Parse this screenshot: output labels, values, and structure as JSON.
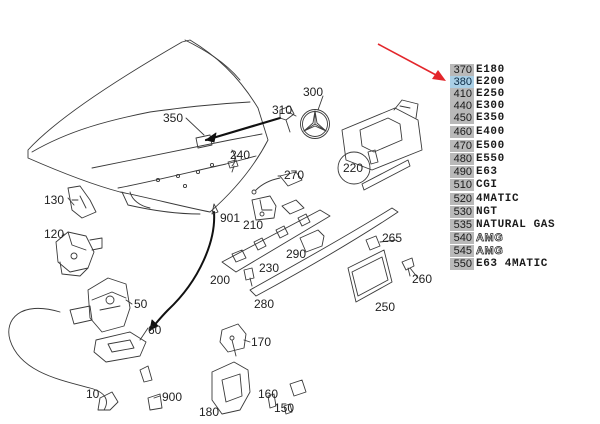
{
  "callouts": [
    {
      "id": "300",
      "text": "300"
    },
    {
      "id": "310",
      "text": "310"
    },
    {
      "id": "350",
      "text": "350"
    },
    {
      "id": "240",
      "text": "240"
    },
    {
      "id": "220",
      "text": "220"
    },
    {
      "id": "270",
      "text": "270"
    },
    {
      "id": "130",
      "text": "130"
    },
    {
      "id": "120",
      "text": "120"
    },
    {
      "id": "901",
      "text": "901"
    },
    {
      "id": "210",
      "text": "210"
    },
    {
      "id": "265",
      "text": "265"
    },
    {
      "id": "290",
      "text": "290"
    },
    {
      "id": "230",
      "text": "230"
    },
    {
      "id": "200",
      "text": "200"
    },
    {
      "id": "260",
      "text": "260"
    },
    {
      "id": "280",
      "text": "280"
    },
    {
      "id": "250",
      "text": "250"
    },
    {
      "id": "50",
      "text": "50"
    },
    {
      "id": "60",
      "text": "60"
    },
    {
      "id": "170",
      "text": "170"
    },
    {
      "id": "10",
      "text": "10"
    },
    {
      "id": "900",
      "text": "900"
    },
    {
      "id": "160",
      "text": "160"
    },
    {
      "id": "180",
      "text": "180"
    },
    {
      "id": "150",
      "text": "150"
    }
  ],
  "legend": [
    {
      "code": "370",
      "name": "E180",
      "highlight": false,
      "style": "plain"
    },
    {
      "code": "380",
      "name": "E200",
      "highlight": true,
      "style": "plain"
    },
    {
      "code": "410",
      "name": "E250",
      "highlight": false,
      "style": "plain"
    },
    {
      "code": "440",
      "name": "E300",
      "highlight": false,
      "style": "plain"
    },
    {
      "code": "450",
      "name": "E350",
      "highlight": false,
      "style": "plain"
    },
    {
      "code": "460",
      "name": "E400",
      "highlight": false,
      "style": "plain"
    },
    {
      "code": "470",
      "name": "E500",
      "highlight": false,
      "style": "plain"
    },
    {
      "code": "480",
      "name": "E550",
      "highlight": false,
      "style": "plain"
    },
    {
      "code": "490",
      "name": "E63",
      "highlight": false,
      "style": "plain"
    },
    {
      "code": "510",
      "name": "CGI",
      "highlight": false,
      "style": "plain"
    },
    {
      "code": "520",
      "name": "4MATIC",
      "highlight": false,
      "style": "plain"
    },
    {
      "code": "530",
      "name": "NGT",
      "highlight": false,
      "style": "plain"
    },
    {
      "code": "535",
      "name": "NATURAL GAS",
      "highlight": false,
      "style": "plain"
    },
    {
      "code": "540",
      "name": "AMG",
      "highlight": false,
      "style": "outline"
    },
    {
      "code": "545",
      "name": "AMG",
      "highlight": false,
      "style": "outline"
    },
    {
      "code": "550",
      "name": "E63 4MATIC",
      "highlight": false,
      "style": "plain"
    }
  ],
  "colors": {
    "line": "#3a3a3a",
    "arrow": "#e3262b",
    "code_bg": "#b9b9b9",
    "code_highlight": "#a9cfe6"
  }
}
